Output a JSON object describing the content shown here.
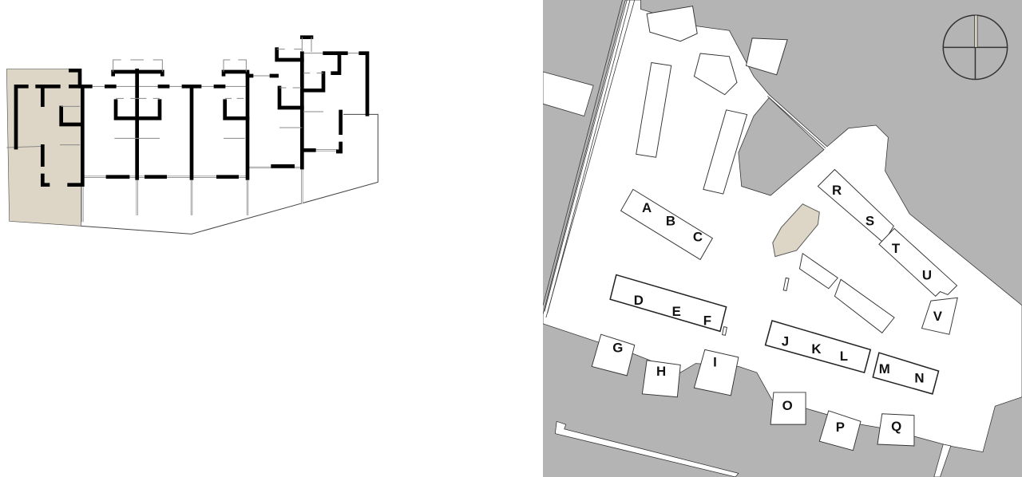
{
  "colors": {
    "highlight": "#ddd6c6",
    "surroundings": "#b4b4b4",
    "site": "#ffffff",
    "walls": "#000000"
  },
  "floor_plan": {
    "highlighted_unit": 1,
    "unit_count": 5
  },
  "site_plan": {
    "building_labels": [
      "A",
      "B",
      "C",
      "D",
      "E",
      "F",
      "G",
      "H",
      "I",
      "J",
      "K",
      "L",
      "M",
      "N",
      "O",
      "P",
      "Q",
      "R",
      "S",
      "T",
      "U",
      "V"
    ],
    "compass": "north-compass-icon"
  }
}
